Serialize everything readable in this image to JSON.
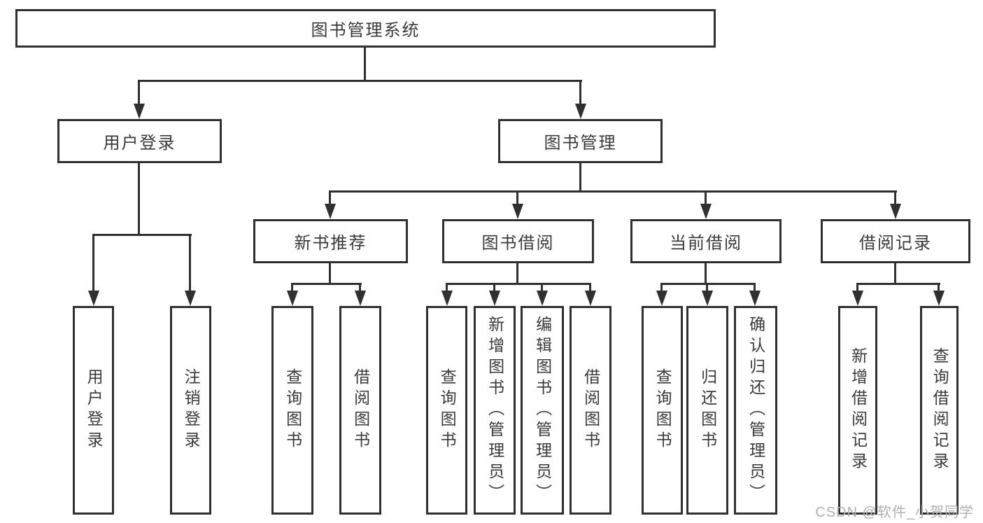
{
  "diagram_title": "图书管理系统",
  "colors": {
    "line": "#303030",
    "text": "#3a3a3a",
    "watermark": "#b0b0b0",
    "background": "#ffffff"
  },
  "tree": {
    "root": {
      "label": "图书管理系统",
      "children": [
        {
          "label": "用户登录",
          "children": [
            {
              "label": "用户登录"
            },
            {
              "label": "注销登录"
            }
          ]
        },
        {
          "label": "图书管理",
          "children": [
            {
              "label": "新书推荐",
              "children": [
                {
                  "label": "查询图书"
                },
                {
                  "label": "借阅图书"
                }
              ]
            },
            {
              "label": "图书借阅",
              "children": [
                {
                  "label": "查询图书"
                },
                {
                  "label": "新增图书（管理员）"
                },
                {
                  "label": "编辑图书（管理员）"
                },
                {
                  "label": "借阅图书"
                }
              ]
            },
            {
              "label": "当前借阅",
              "children": [
                {
                  "label": "查询图书"
                },
                {
                  "label": "归还图书"
                },
                {
                  "label": "确认归还（管理员）"
                }
              ]
            },
            {
              "label": "借阅记录",
              "children": [
                {
                  "label": "新增借阅记录"
                },
                {
                  "label": "查询借阅记录"
                }
              ]
            }
          ]
        }
      ]
    }
  },
  "watermark": {
    "text": "CSDN @软件_小贺同学"
  }
}
